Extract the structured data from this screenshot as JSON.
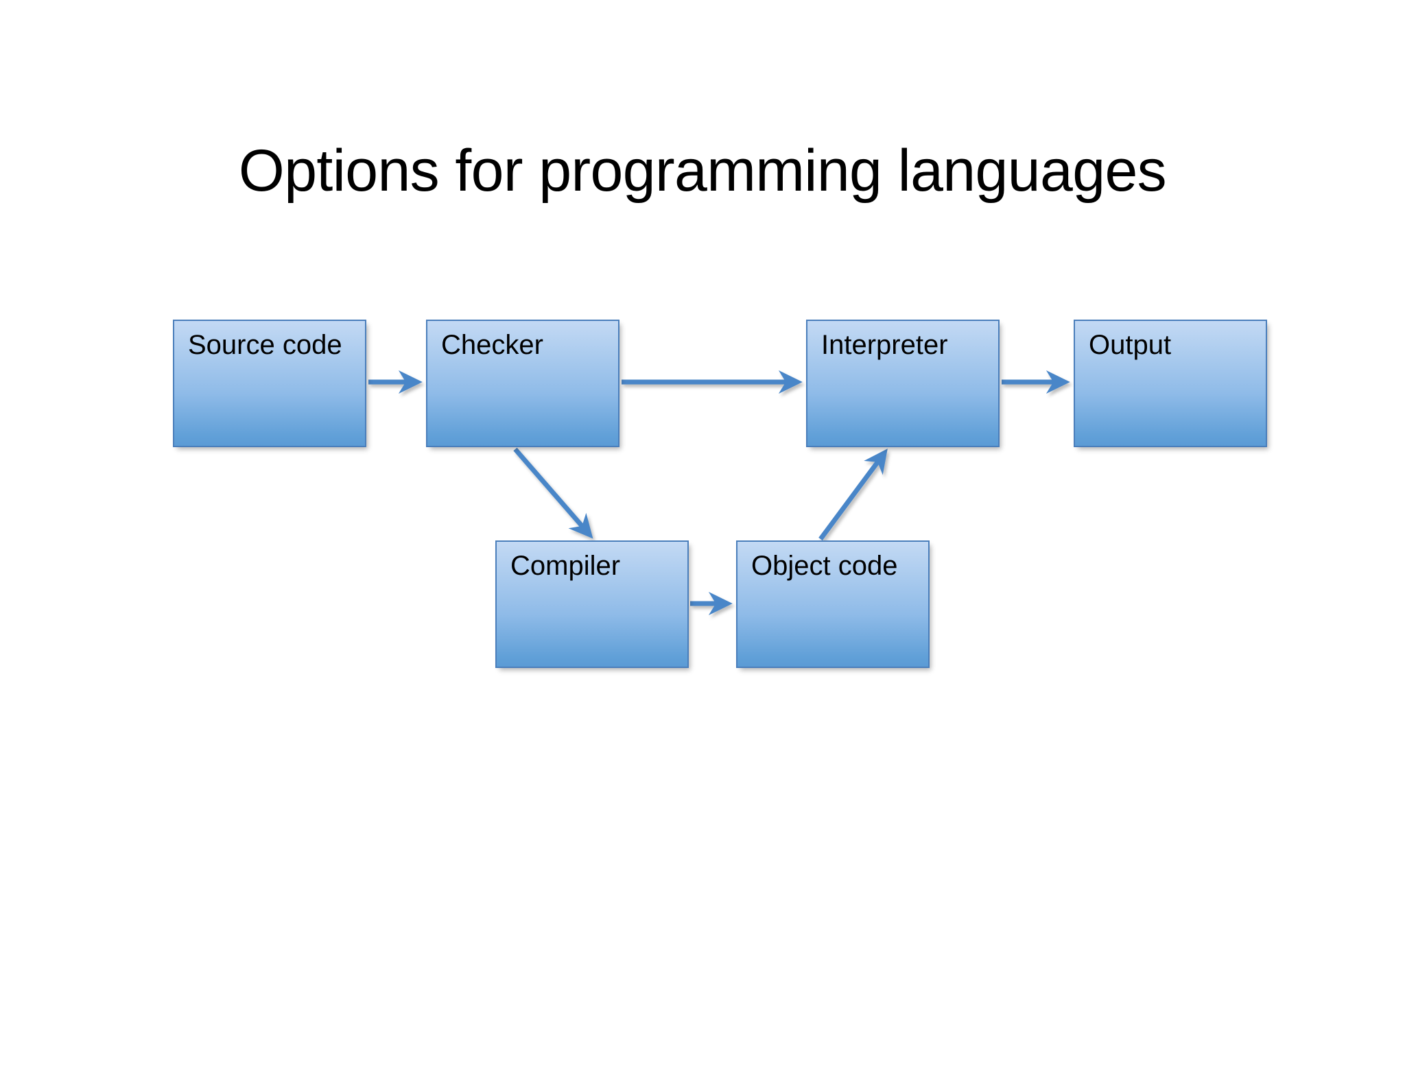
{
  "slide": {
    "title": "Options for programming languages",
    "background_color": "#ffffff"
  },
  "theme": {
    "box_fill_top": "#c3d9f4",
    "box_fill_bottom": "#5b9bd5",
    "box_border": "#4a7ebb",
    "arrow_color": "#4a86c8",
    "text_color": "#000000"
  },
  "diagram": {
    "type": "flowchart",
    "nodes": [
      {
        "id": "source-code",
        "label": "Source code"
      },
      {
        "id": "checker",
        "label": "Checker"
      },
      {
        "id": "interpreter",
        "label": "Interpreter"
      },
      {
        "id": "output",
        "label": "Output"
      },
      {
        "id": "compiler",
        "label": "Compiler"
      },
      {
        "id": "object-code",
        "label": "Object code"
      }
    ],
    "edges": [
      {
        "from": "source-code",
        "to": "checker",
        "direction": "right",
        "label": ""
      },
      {
        "from": "checker",
        "to": "interpreter",
        "direction": "right",
        "label": ""
      },
      {
        "from": "interpreter",
        "to": "output",
        "direction": "right",
        "label": ""
      },
      {
        "from": "checker",
        "to": "compiler",
        "direction": "down-right",
        "label": ""
      },
      {
        "from": "compiler",
        "to": "object-code",
        "direction": "right",
        "label": ""
      },
      {
        "from": "object-code",
        "to": "interpreter",
        "direction": "up-right",
        "label": ""
      }
    ]
  }
}
